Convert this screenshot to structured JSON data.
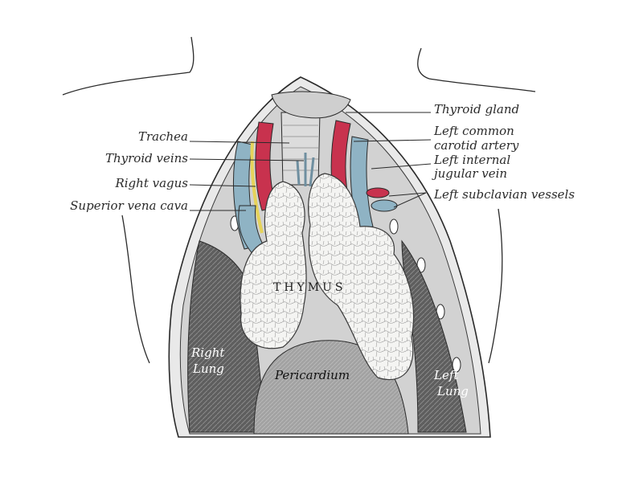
{
  "figure": {
    "labels": {
      "thyroid_gland": "Thyroid gland",
      "left_common_1": "Left common",
      "left_common_2": "carotid artery",
      "left_internal_1": "Left internal",
      "left_internal_2": "jugular vein",
      "left_subclavian": "Left subclavian vessels",
      "trachea": "Trachea",
      "thyroid_veins": "Thyroid veins",
      "right_vagus": "Right vagus",
      "superior_vena_cava": "Superior vena cava",
      "thymus": "THYMUS",
      "right_lung_1": "Right",
      "right_lung_2": "Lung",
      "pericardium": "Pericardium",
      "left_lung_1": "Left",
      "left_lung_2": "Lung"
    },
    "colors": {
      "artery": "#c8324e",
      "vein": "#8fb3c4",
      "nerve": "#e6d35a",
      "thymus": "#f2f2f0",
      "lung": "#6a6a6a",
      "pericardium": "#9a9a9a",
      "outline": "#2a2a2a",
      "label_text": "#2a2a2a"
    }
  }
}
